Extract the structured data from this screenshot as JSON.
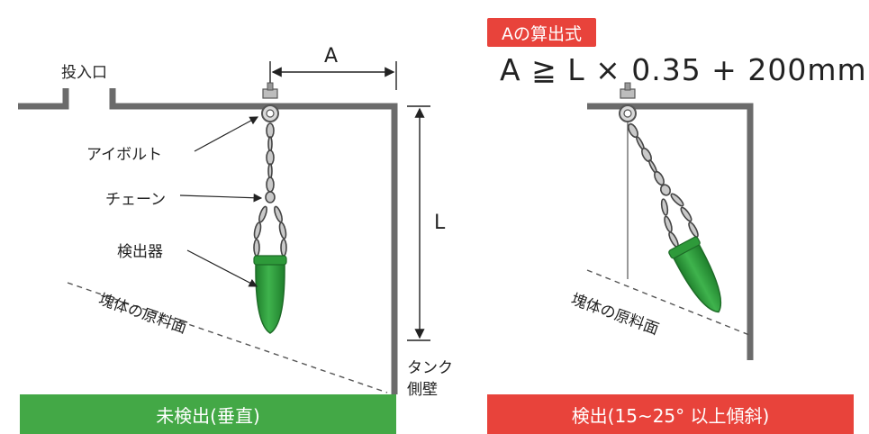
{
  "left_panel": {
    "inlet_label": "投入口",
    "dim_a": "A",
    "dim_l": "L",
    "eyebolt_label": "アイボルト",
    "chain_label": "チェーン",
    "detector_label": "検出器",
    "material_surface_label": "塊体の原料面",
    "tank_wall_label_line1": "タンク",
    "tank_wall_label_line2": "側壁",
    "status_band": "未検出(垂直)"
  },
  "right_panel": {
    "formula_title": "Aの算出式",
    "formula": "A ≧ L × 0.35 + 200mm",
    "material_surface_label": "塊体の原料面",
    "status_band": "検出(15~25° 以上傾斜)"
  },
  "colors": {
    "structure": "#6b6b6b",
    "detector": "#2e9a3a",
    "green_band": "#43a846",
    "red_band": "#e8433b"
  }
}
